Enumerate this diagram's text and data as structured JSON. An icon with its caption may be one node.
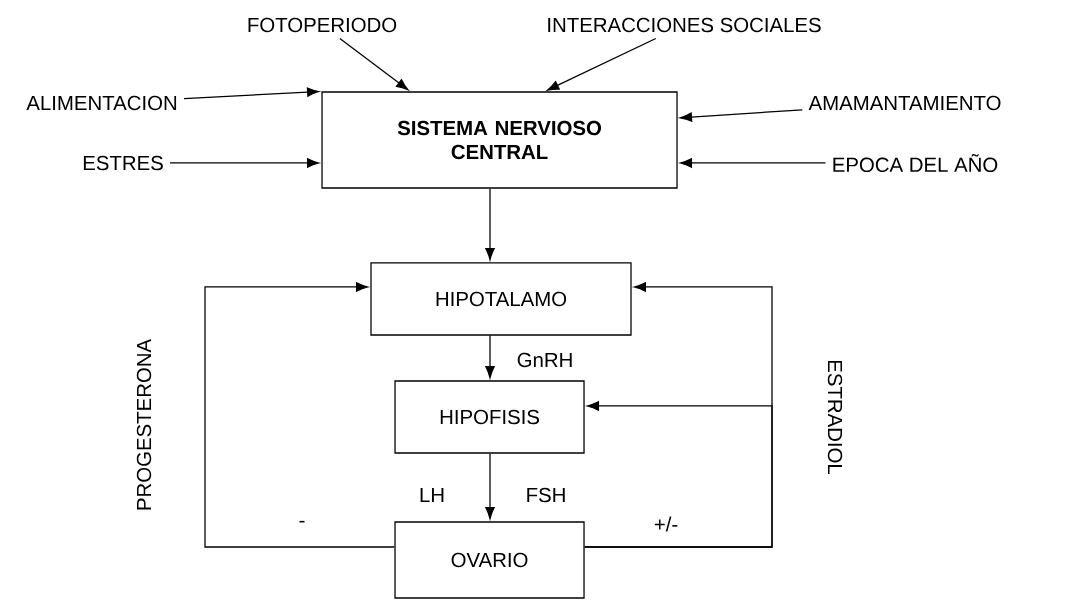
{
  "diagram": {
    "nodes": [
      {
        "text": [
          "ALIMENTACION"
        ]
      },
      {
        "text": [
          "FOTOPERIODO"
        ]
      },
      {
        "text": [
          "INTERACCIONES SOCIALES"
        ]
      },
      {
        "text": [
          "AMAMANTAMIENTO"
        ]
      },
      {
        "text": [
          "ESTRES"
        ]
      },
      {
        "text": [
          "EPOCA DEL AÑO"
        ]
      },
      {
        "text": [
          "SISTEMA NERVIOSO CENTRAL"
        ]
      },
      {
        "text": [
          "HIPOTALAMO"
        ]
      },
      {
        "text": [
          "HIPOFISIS"
        ]
      },
      {
        "text": [
          "OVARIO"
        ]
      }
    ],
    "edges": [
      {
        "from": 0,
        "to": 6,
        "arrow": "to"
      },
      {
        "from": 1,
        "to": 6,
        "arrow": "to"
      },
      {
        "from": 2,
        "to": 6,
        "arrow": "to"
      },
      {
        "from": 3,
        "to": 6,
        "arrow": "to"
      },
      {
        "from": 4,
        "to": 6,
        "arrow": "to"
      },
      {
        "from": 5,
        "to": 6,
        "arrow": "to"
      },
      {
        "from": 6,
        "to": 7,
        "arrow": "to"
      },
      {
        "from": 7,
        "to": 8,
        "arrow": "to",
        "label": "GnRH"
      },
      {
        "from": 8,
        "to": 9,
        "arrow": "to"
      },
      {
        "from": 9,
        "to": 7,
        "arrow": "to"
      },
      {
        "from": 9,
        "to": 7,
        "arrow": "to"
      },
      {
        "from": 9,
        "to": 8,
        "arrow": "to"
      }
    ],
    "labels": [
      "PROGESTERONA",
      "ESTRADIOL",
      "LH",
      "FSH",
      "-",
      "+/-"
    ]
  }
}
